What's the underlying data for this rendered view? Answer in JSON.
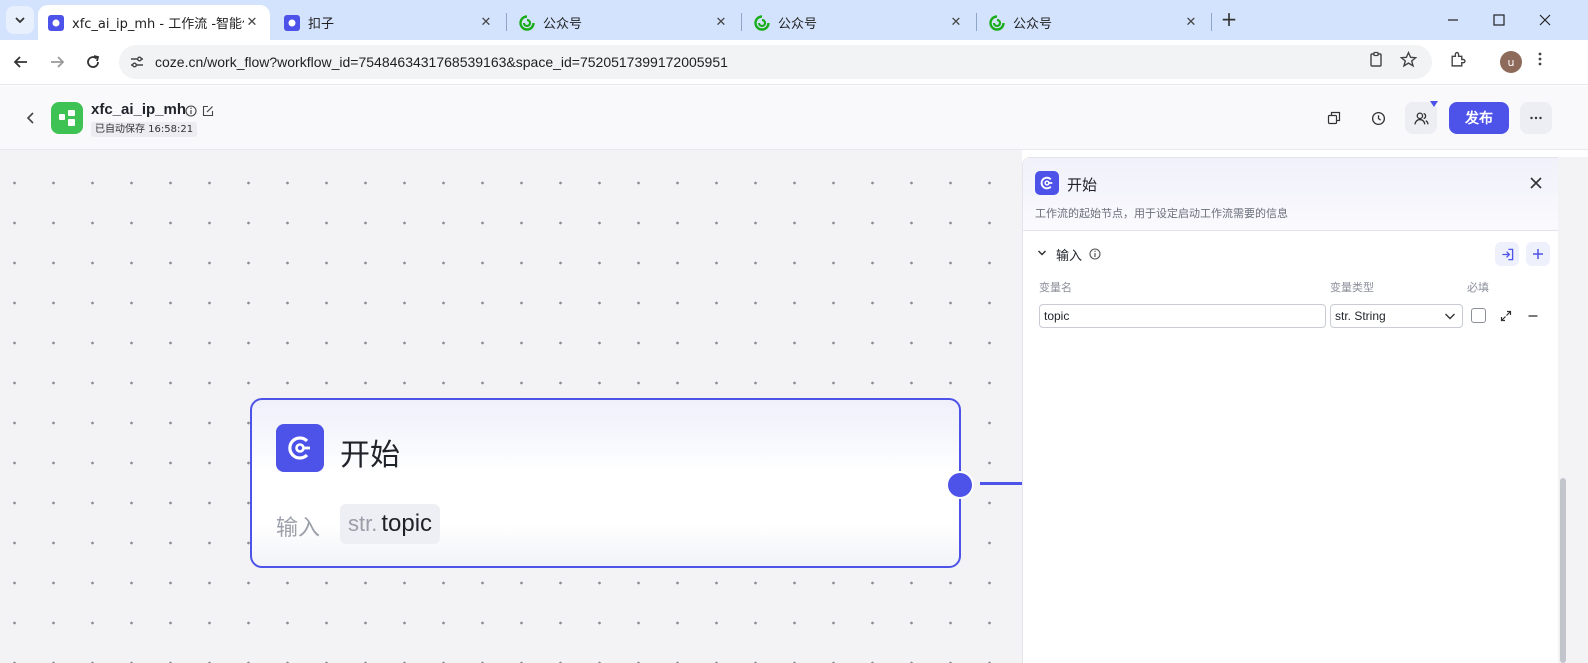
{
  "browser": {
    "tabs": [
      {
        "title": "xfc_ai_ip_mh - 工作流 -智能体",
        "active": true,
        "favicon": "coze-icon"
      },
      {
        "title": "扣子",
        "active": false,
        "favicon": "coze-icon"
      },
      {
        "title": "公众号",
        "active": false,
        "favicon": "wechat-mp-icon"
      },
      {
        "title": "公众号",
        "active": false,
        "favicon": "wechat-mp-icon"
      },
      {
        "title": "公众号",
        "active": false,
        "favicon": "wechat-mp-icon"
      }
    ],
    "url": "coze.cn/work_flow?workflow_id=7548463431768539163&space_id=7520517399172005951",
    "profile_initial": "u"
  },
  "app": {
    "name": "xfc_ai_ip_mh",
    "autosave": "已自动保存 16:58:21",
    "publish_label": "发布"
  },
  "node": {
    "title": "开始",
    "input_label": "输入",
    "param_type": "str.",
    "param_name": "topic"
  },
  "panel": {
    "title": "开始",
    "description": "工作流的起始节点，用于设定启动工作流需要的信息",
    "section_title": "输入",
    "col_name": "变量名",
    "col_type": "变量类型",
    "col_required": "必填",
    "variable": {
      "name": "topic",
      "type": "str. String",
      "required": false
    }
  },
  "colors": {
    "accent": "#4d53e8",
    "logo_green": "#3ec254",
    "tab_strip": "#d3e3fd"
  }
}
